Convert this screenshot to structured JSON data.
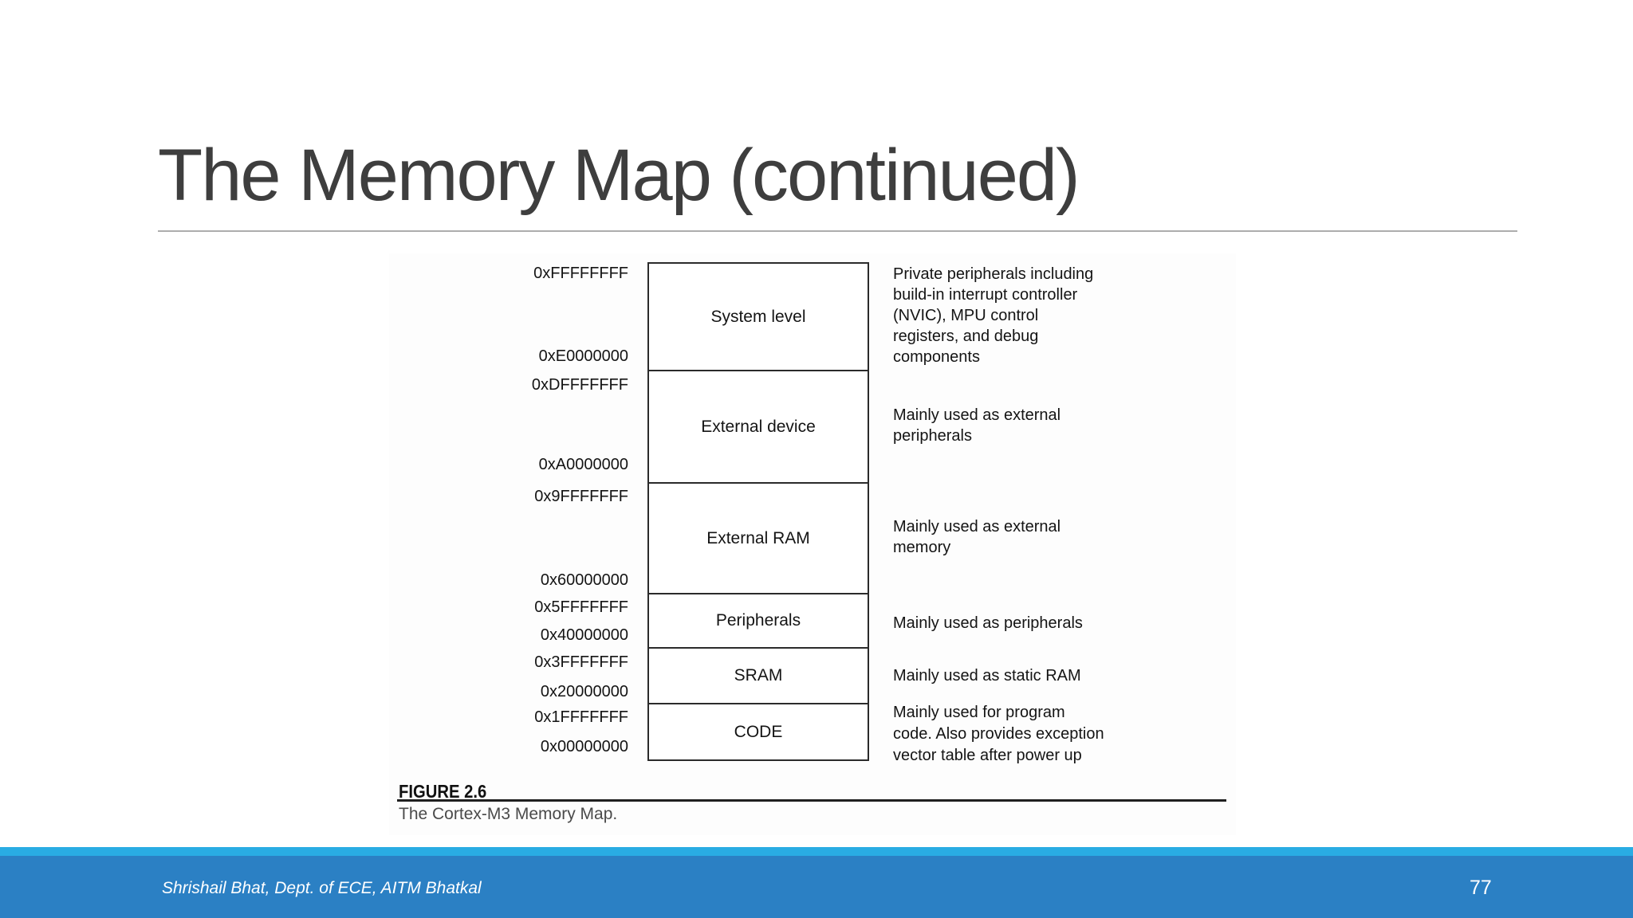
{
  "slide": {
    "title": "The Memory Map (continued)",
    "footer_text": "Shrishail Bhat, Dept. of ECE, AITM Bhatkal",
    "page_number": "77"
  },
  "figure": {
    "label": "FIGURE 2.6",
    "caption": "The Cortex-M3 Memory Map.",
    "memory_map": {
      "addresses": [
        "0xFFFFFFFF",
        "0xE0000000",
        "0xDFFFFFFF",
        "0xA0000000",
        "0x9FFFFFFF",
        "0x60000000",
        "0x5FFFFFFF",
        "0x40000000",
        "0x3FFFFFFF",
        "0x20000000",
        "0x1FFFFFFF",
        "0x00000000"
      ],
      "sections": [
        {
          "label": "System level",
          "description": [
            "Private peripherals including",
            "build-in interrupt controller",
            "(NVIC), MPU control",
            "registers, and debug",
            "components"
          ]
        },
        {
          "label": "External device",
          "description": [
            "Mainly used as external",
            "peripherals"
          ]
        },
        {
          "label": "External RAM",
          "description": [
            "Mainly used as external",
            "memory"
          ]
        },
        {
          "label": "Peripherals",
          "description": [
            "Mainly used as peripherals"
          ]
        },
        {
          "label": "SRAM",
          "description": [
            "Mainly used as static RAM"
          ]
        },
        {
          "label": "CODE",
          "description": [
            "Mainly used for program",
            "code. Also provides exception",
            "vector table after power up"
          ]
        }
      ]
    }
  },
  "colors": {
    "title_text": "#3e3e3e",
    "footer_stripe": "#29ACE3",
    "footer_bar": "#2B80C4",
    "figure_text": "#141414"
  }
}
